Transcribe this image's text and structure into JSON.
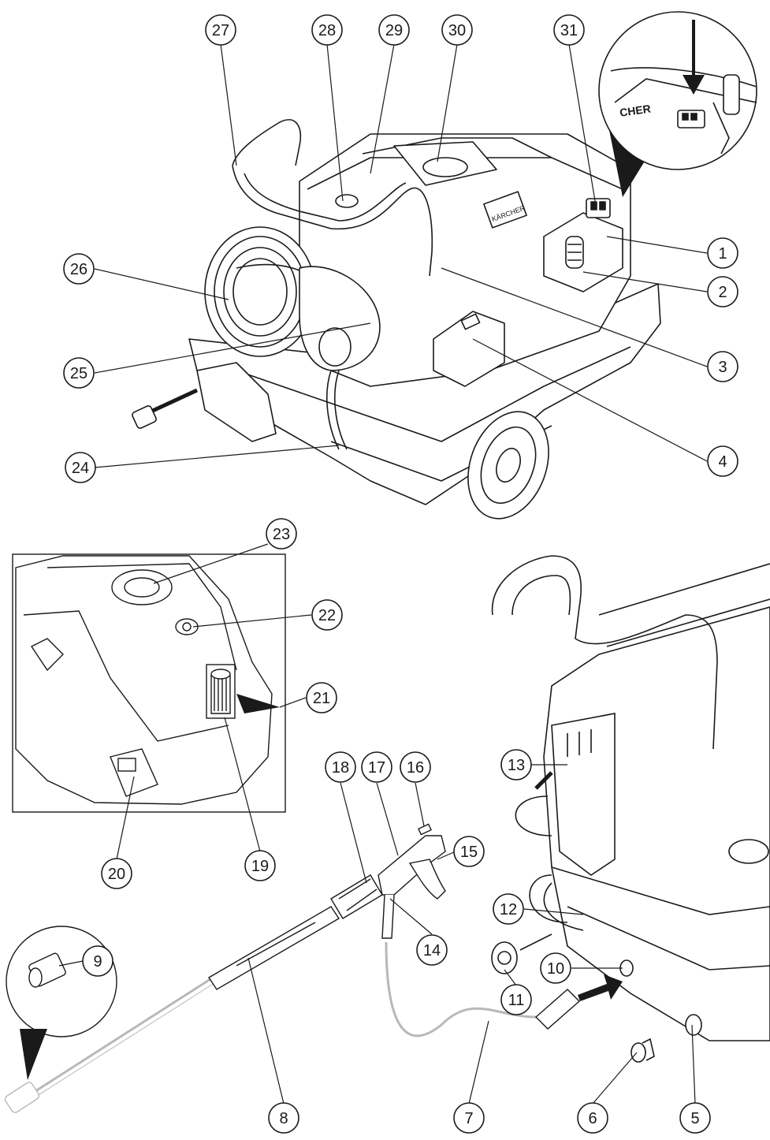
{
  "figure": {
    "brand_text": "KÄRCHER",
    "brand_text_zoom": "CHER",
    "callouts": [
      {
        "label": "1"
      },
      {
        "label": "2"
      },
      {
        "label": "3"
      },
      {
        "label": "4"
      },
      {
        "label": "5"
      },
      {
        "label": "6"
      },
      {
        "label": "7"
      },
      {
        "label": "8"
      },
      {
        "label": "9"
      },
      {
        "label": "10"
      },
      {
        "label": "11"
      },
      {
        "label": "12"
      },
      {
        "label": "13"
      },
      {
        "label": "14"
      },
      {
        "label": "15"
      },
      {
        "label": "16"
      },
      {
        "label": "17"
      },
      {
        "label": "18"
      },
      {
        "label": "19"
      },
      {
        "label": "20"
      },
      {
        "label": "21"
      },
      {
        "label": "22"
      },
      {
        "label": "23"
      },
      {
        "label": "24"
      },
      {
        "label": "25"
      },
      {
        "label": "26"
      },
      {
        "label": "27"
      },
      {
        "label": "28"
      },
      {
        "label": "29"
      },
      {
        "label": "30"
      },
      {
        "label": "31"
      }
    ],
    "colors": {
      "line": "#1a1a1a",
      "light_line": "#b8b8b8",
      "fill": "#ffffff",
      "shade": "#d9d9d9"
    }
  }
}
